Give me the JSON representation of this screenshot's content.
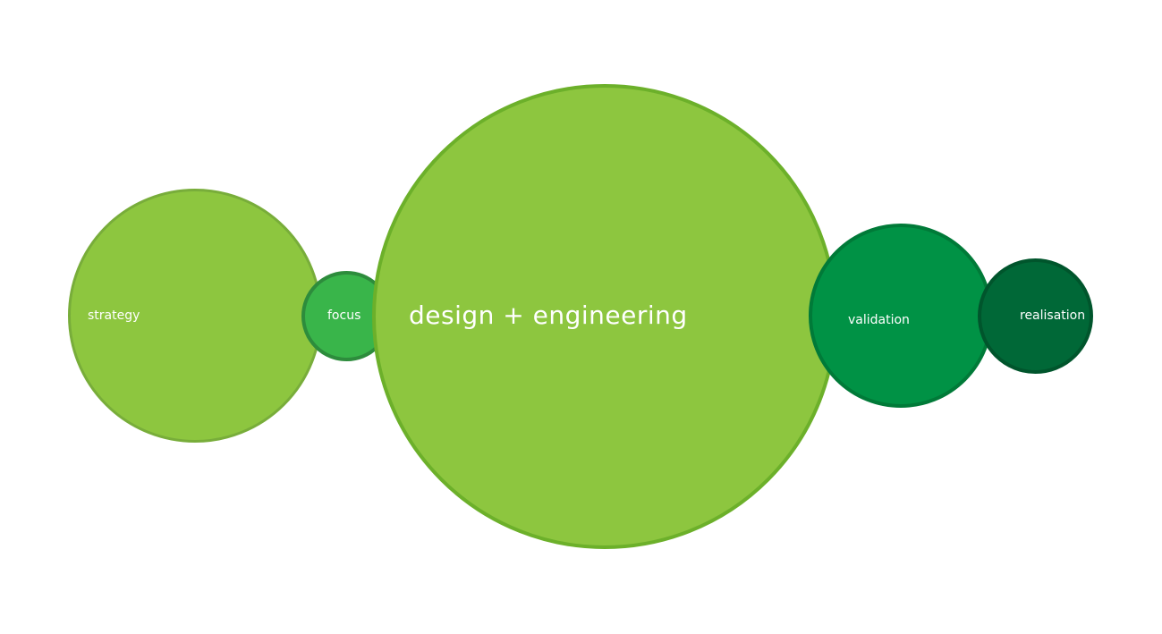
{
  "diagram": {
    "stages": [
      {
        "label": "strategy",
        "fill": "#8dc63f",
        "border": "#78ad3a"
      },
      {
        "label": "focus",
        "fill": "#39b54a",
        "border": "#2d8c3c"
      },
      {
        "label": "design + engineering",
        "fill": "#8dc63f",
        "border": "#6cb02a"
      },
      {
        "label": "validation",
        "fill": "#009245",
        "border": "#007a38"
      },
      {
        "label": "realisation",
        "fill": "#006837",
        "border": "#00552c"
      }
    ]
  }
}
